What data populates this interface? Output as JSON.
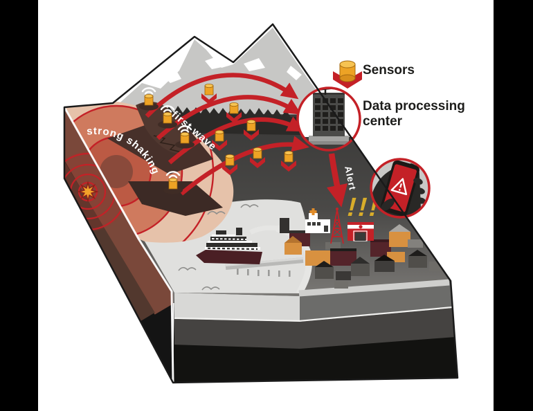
{
  "legend": {
    "sensors_label": "Sensors",
    "data_center_label_line1": "Data processing",
    "data_center_label_line2": "center"
  },
  "annotations": {
    "strong_shaking": "strong shaking",
    "first_wave": "first wave",
    "alert": "Alert",
    "exclamations": "!!!"
  },
  "colors": {
    "background_bars": "#000000",
    "canvas": "#ffffff",
    "accent_red": "#c42127",
    "sensor_orange": "#eda325",
    "sensor_top_orange": "#f6c352",
    "exclamation_yellow": "#d9ad2a",
    "ink": "#1d1d1b",
    "terrain_dark": "#3a3938",
    "terrain_town": "#6b6b69",
    "water": "#e0e0de",
    "mountain_gray": "#c7c7c5",
    "snow": "#ffffff",
    "epicenter_tan": "#e6c2aa",
    "epicenter_core": "#bc5a44",
    "maroon_house": "#54242a",
    "orange_house": "#d89140"
  },
  "icons": {
    "sensor": "sensor-icon",
    "wifi": "wifi-signal-icon",
    "satellite_dish": "satellite-dish-icon",
    "warning_triangle": "warning-triangle-icon",
    "phone": "phone-icon",
    "hand": "hand-icon",
    "hypocenter_star": "hypocenter-star-icon",
    "radio_tower": "radio-tower-icon"
  }
}
